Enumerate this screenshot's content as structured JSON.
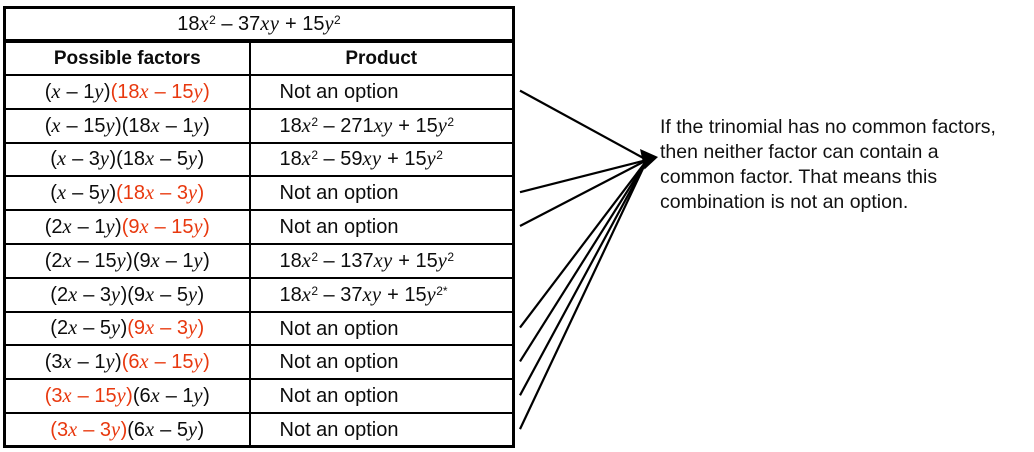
{
  "table": {
    "title": "18x^2 – 37xy + 15y^2",
    "headers": [
      "Possible factors",
      "Product"
    ],
    "rows": [
      {
        "factors": [
          {
            "text": "(x – 1y)",
            "red": false
          },
          {
            "text": "(18x – 15y)",
            "red": true
          }
        ],
        "product": "Not an option"
      },
      {
        "factors": [
          {
            "text": "(x – 15y)",
            "red": false
          },
          {
            "text": "(18x – 1y)",
            "red": false
          }
        ],
        "product": "18x^2 – 271xy + 15y^2"
      },
      {
        "factors": [
          {
            "text": "(x – 3y)",
            "red": false
          },
          {
            "text": "(18x – 5y)",
            "red": false
          }
        ],
        "product": "18x^2 – 59xy + 15y^2"
      },
      {
        "factors": [
          {
            "text": "(x – 5y)",
            "red": false
          },
          {
            "text": "(18x – 3y)",
            "red": true
          }
        ],
        "product": "Not an option"
      },
      {
        "factors": [
          {
            "text": "(2x – 1y)",
            "red": false
          },
          {
            "text": "(9x – 15y)",
            "red": true
          }
        ],
        "product": "Not an option"
      },
      {
        "factors": [
          {
            "text": "(2x – 15y)",
            "red": false
          },
          {
            "text": "(9x – 1y)",
            "red": false
          }
        ],
        "product": "18x^2 – 137xy + 15y^2"
      },
      {
        "factors": [
          {
            "text": "(2x – 3y)",
            "red": false
          },
          {
            "text": "(9x – 5y)",
            "red": false
          }
        ],
        "product": "18x^2 – 37xy + 15y^2*"
      },
      {
        "factors": [
          {
            "text": "(2x – 5y)",
            "red": false
          },
          {
            "text": "(9x – 3y)",
            "red": true
          }
        ],
        "product": "Not an option"
      },
      {
        "factors": [
          {
            "text": "(3x – 1y)",
            "red": false
          },
          {
            "text": "(6x – 15y)",
            "red": true
          }
        ],
        "product": "Not an option"
      },
      {
        "factors": [
          {
            "text": "(3x – 15y)",
            "red": true
          },
          {
            "text": "(6x – 1y)",
            "red": false
          }
        ],
        "product": "Not an option"
      },
      {
        "factors": [
          {
            "text": "(3x – 3y)",
            "red": true
          },
          {
            "text": "(6x – 5y)",
            "red": false
          }
        ],
        "product": "Not an option"
      }
    ]
  },
  "callout": {
    "lines": [
      "If the trinomial has no common factors,",
      "then neither factor can contain a",
      "common factor. That means this",
      "combination is not an option."
    ],
    "connected_rows": [
      1,
      4,
      5,
      8,
      9,
      10,
      11
    ]
  },
  "colors": {
    "highlight_red": "#e8380e",
    "line_black": "#000000"
  }
}
